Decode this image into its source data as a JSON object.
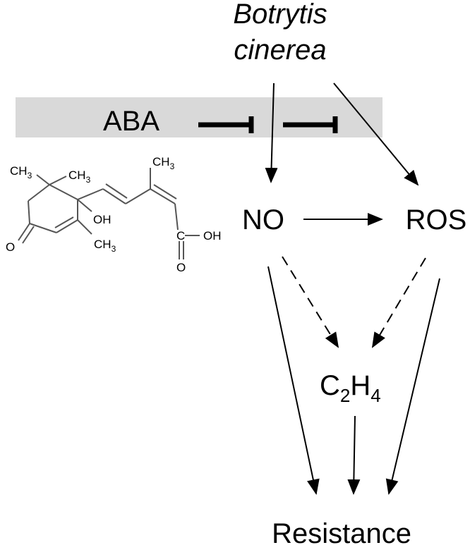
{
  "pathogen": {
    "line1": "Botrytis",
    "line2": "cinerea"
  },
  "hormone": {
    "label": "ABA"
  },
  "nodes": {
    "no": "NO",
    "ros": "ROS",
    "ethylene": {
      "c": "C",
      "c_sub": "2",
      "h": "H",
      "h_sub": "4"
    },
    "resistance": "Resistance"
  },
  "molecule": {
    "ch3_top_left": "CH",
    "ch3_top_left_sub": "3",
    "ch3_top_mid": "CH",
    "ch3_top_mid_sub": "3",
    "ch3_top_right": "CH",
    "ch3_top_right_sub": "3",
    "oh": "OH",
    "ch3_ring": "CH",
    "ch3_ring_sub": "3",
    "c": "C",
    "acid_oh": "OH",
    "o_ring": "O",
    "o_carbonyl": "O"
  },
  "colors": {
    "inhibition_band": "#d9d9d9",
    "arrow": "#000000"
  }
}
